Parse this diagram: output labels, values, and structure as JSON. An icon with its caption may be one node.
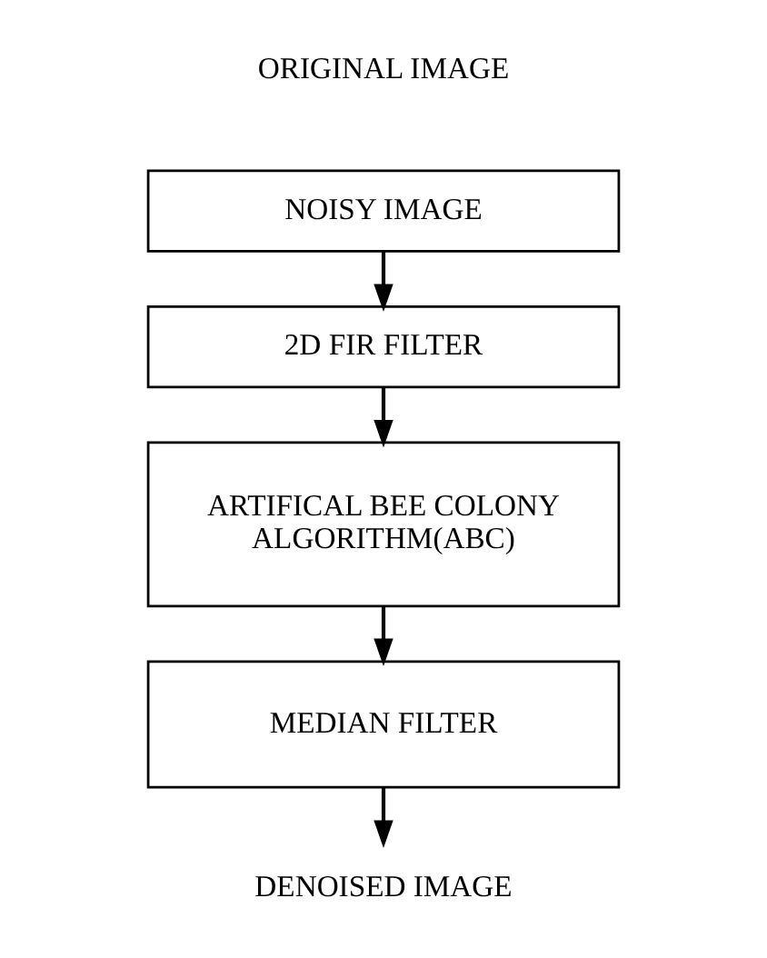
{
  "diagram": {
    "nodes": [
      {
        "text": [
          "NOISY IMAGE"
        ]
      },
      {
        "text": [
          "2D FIR FILTER"
        ]
      },
      {
        "text": [
          "ARTIFICAL BEE COLONY ALGORITHM(ABC)"
        ]
      },
      {
        "text": [
          "MEDIAN FILTER"
        ]
      },
      {
        "text": [
          "DENOISED IMAGE"
        ]
      }
    ],
    "edges": [
      {
        "from": 0,
        "to": 1,
        "arrow": "to"
      },
      {
        "from": 1,
        "to": 2,
        "arrow": "to"
      },
      {
        "from": 2,
        "to": 3,
        "arrow": "to"
      },
      {
        "from": 3,
        "to": 4,
        "arrow": "to"
      }
    ],
    "labels": [
      "ORIGINAL IMAGE"
    ]
  }
}
